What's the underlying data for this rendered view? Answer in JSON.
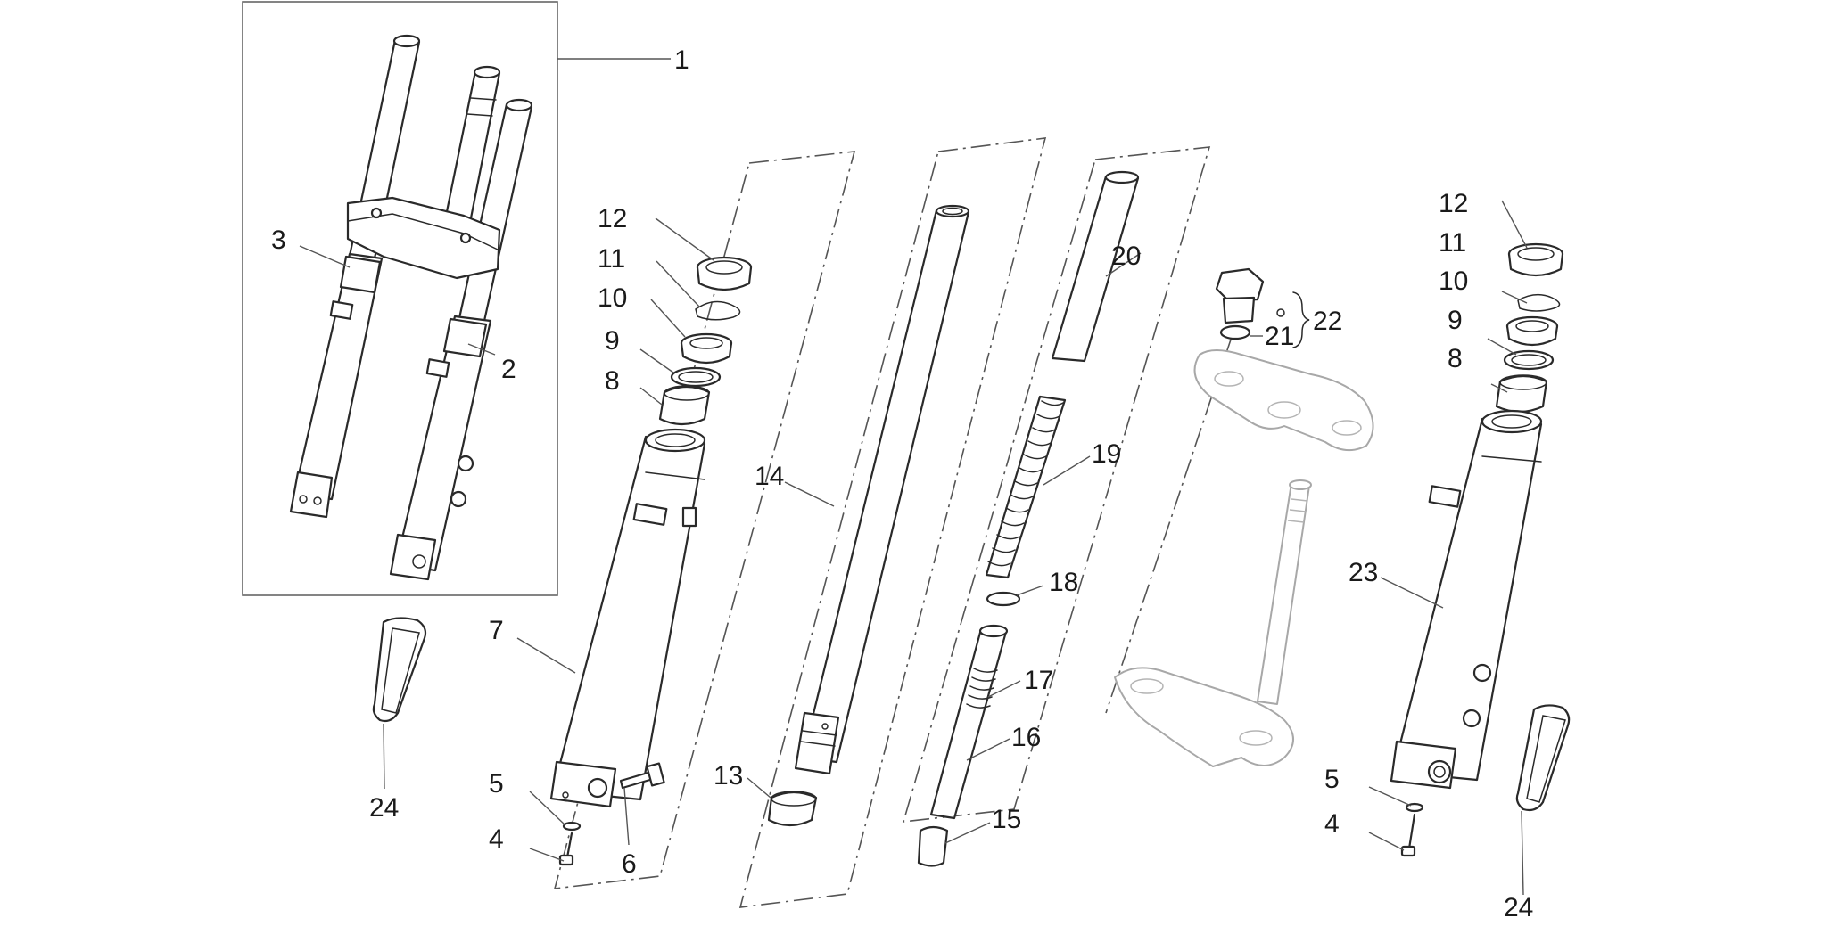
{
  "diagram": {
    "callouts": [
      {
        "id": "c1",
        "label": "1"
      },
      {
        "id": "c2",
        "label": "2"
      },
      {
        "id": "c3",
        "label": "3"
      },
      {
        "id": "c4-left",
        "label": "4"
      },
      {
        "id": "c4-right",
        "label": "4"
      },
      {
        "id": "c5-left",
        "label": "5"
      },
      {
        "id": "c5-right",
        "label": "5"
      },
      {
        "id": "c6",
        "label": "6"
      },
      {
        "id": "c7",
        "label": "7"
      },
      {
        "id": "c8-left",
        "label": "8"
      },
      {
        "id": "c8-right",
        "label": "8"
      },
      {
        "id": "c9-left",
        "label": "9"
      },
      {
        "id": "c9-right",
        "label": "9"
      },
      {
        "id": "c10-left",
        "label": "10"
      },
      {
        "id": "c10-right",
        "label": "10"
      },
      {
        "id": "c11-left",
        "label": "11"
      },
      {
        "id": "c11-right",
        "label": "11"
      },
      {
        "id": "c12-left",
        "label": "12"
      },
      {
        "id": "c12-right",
        "label": "12"
      },
      {
        "id": "c13",
        "label": "13"
      },
      {
        "id": "c14",
        "label": "14"
      },
      {
        "id": "c15",
        "label": "15"
      },
      {
        "id": "c16",
        "label": "16"
      },
      {
        "id": "c17",
        "label": "17"
      },
      {
        "id": "c18",
        "label": "18"
      },
      {
        "id": "c19",
        "label": "19"
      },
      {
        "id": "c20",
        "label": "20"
      },
      {
        "id": "c21",
        "label": "21"
      },
      {
        "id": "c22",
        "label": "22"
      },
      {
        "id": "c23",
        "label": "23"
      },
      {
        "id": "c24-left",
        "label": "24"
      },
      {
        "id": "c24-right",
        "label": "24"
      }
    ]
  }
}
